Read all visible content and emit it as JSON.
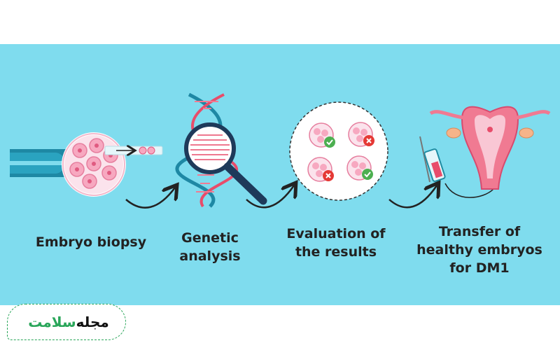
{
  "steps": [
    {
      "id": "biopsy",
      "lines": [
        "Embryo biopsy"
      ],
      "icon": "embryo-biopsy-icon"
    },
    {
      "id": "analysis",
      "lines": [
        "Genetic",
        "analysis"
      ],
      "icon": "dna-magnifier-icon"
    },
    {
      "id": "evaluation",
      "lines": [
        "Evaluation of",
        "the results"
      ],
      "icon": "embryo-evaluation-icon"
    },
    {
      "id": "transfer",
      "lines": [
        "Transfer of",
        "healthy embryos",
        "for DM1"
      ],
      "icon": "uterus-transfer-icon"
    }
  ],
  "brand": {
    "word1": "مجله",
    "word2": "سلامت"
  },
  "colors": {
    "background": "#7fdcee",
    "accent_pink": "#e84c6a",
    "check_green": "#4caf50",
    "cross_red": "#e53935",
    "pipette_teal": "#1f8ca3"
  }
}
